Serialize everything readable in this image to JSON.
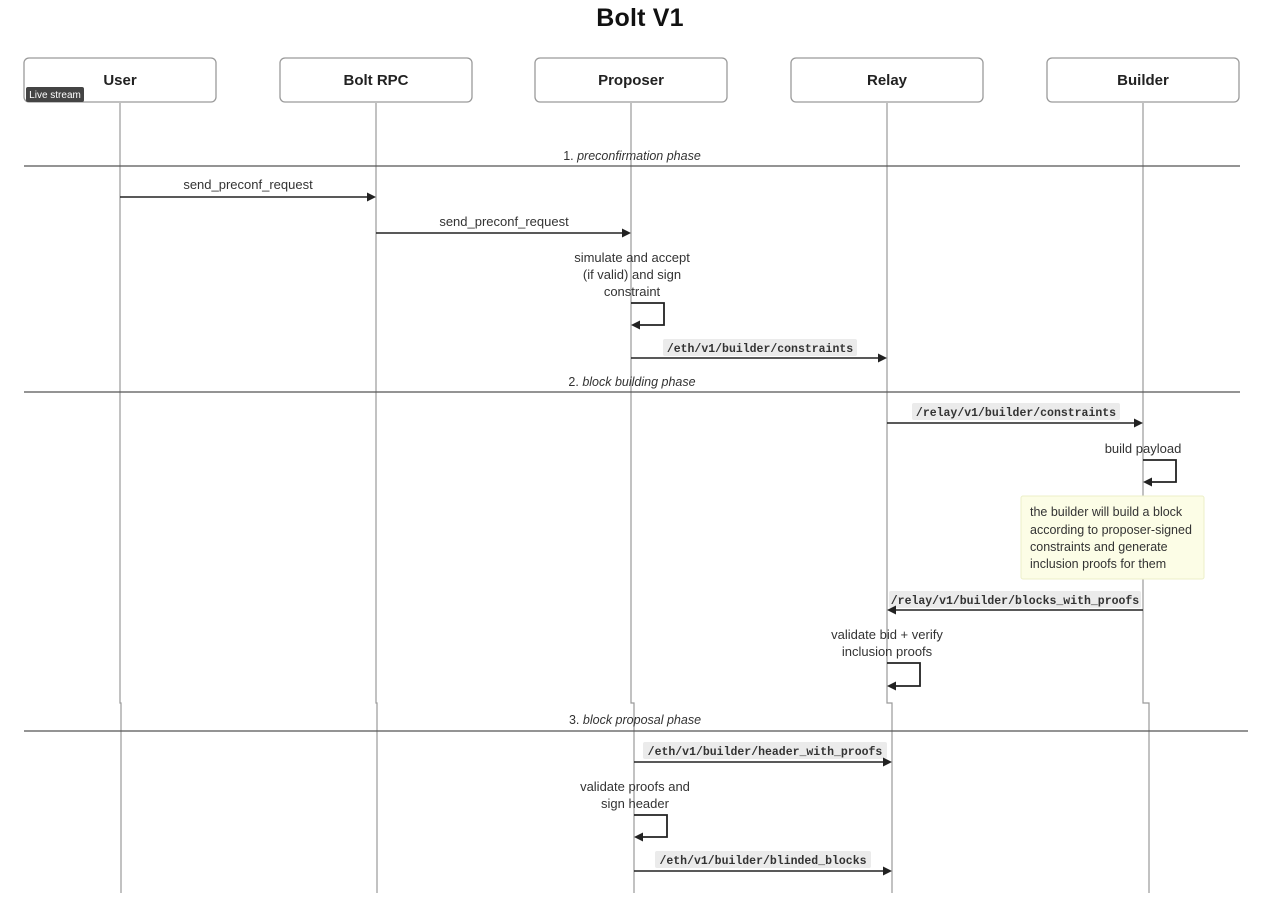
{
  "title": "Bolt V1",
  "badge": {
    "label": "Live stream"
  },
  "participants": [
    {
      "id": "user",
      "label": "User"
    },
    {
      "id": "bolt-rpc",
      "label": "Bolt RPC"
    },
    {
      "id": "proposer",
      "label": "Proposer"
    },
    {
      "id": "relay",
      "label": "Relay"
    },
    {
      "id": "builder",
      "label": "Builder"
    }
  ],
  "phases": [
    {
      "number": "1.",
      "name": "preconfirmation phase"
    },
    {
      "number": "2.",
      "name": "block building phase"
    },
    {
      "number": "3.",
      "name": "block proposal phase"
    }
  ],
  "messages": [
    {
      "from": "user",
      "to": "bolt-rpc",
      "label": "send_preconf_request",
      "code": false
    },
    {
      "from": "bolt-rpc",
      "to": "proposer",
      "label": "send_preconf_request",
      "code": false
    },
    {
      "self": "proposer",
      "lines": [
        "simulate and accept",
        "(if valid) and sign",
        "constraint"
      ]
    },
    {
      "from": "proposer",
      "to": "relay",
      "label": "/eth/v1/builder/constraints",
      "code": true
    },
    {
      "from": "relay",
      "to": "builder",
      "label": "/relay/v1/builder/constraints",
      "code": true
    },
    {
      "self": "builder",
      "lines": [
        "build payload"
      ]
    },
    {
      "from": "builder",
      "to": "relay",
      "label": "/relay/v1/builder/blocks_with_proofs",
      "code": true
    },
    {
      "self": "relay",
      "lines": [
        "validate bid + verify",
        "inclusion proofs"
      ]
    },
    {
      "from": "proposer",
      "to": "relay",
      "label": "/eth/v1/builder/header_with_proofs",
      "code": true
    },
    {
      "self": "proposer",
      "lines": [
        "validate proofs and",
        "sign header"
      ]
    },
    {
      "from": "proposer",
      "to": "relay",
      "label": "/eth/v1/builder/blinded_blocks",
      "code": true
    }
  ],
  "note": {
    "lines": [
      "the builder will build a block",
      "according to proposer-signed",
      "constraints and generate",
      "inclusion proofs for them"
    ]
  }
}
